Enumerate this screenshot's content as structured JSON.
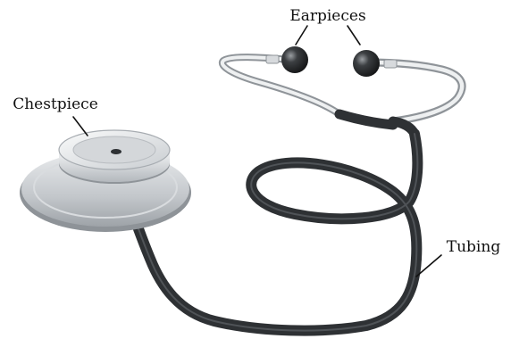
{
  "labels": {
    "earpieces": "Earpieces",
    "chestpiece": "Chestpiece",
    "tubing": "Tubing"
  },
  "colors": {
    "tubing": "#2e3134",
    "metal_light": "#e6e8ea",
    "metal_mid": "#b9bec3",
    "metal_dark": "#8b9095",
    "earpiece": "#2a2c2e"
  }
}
